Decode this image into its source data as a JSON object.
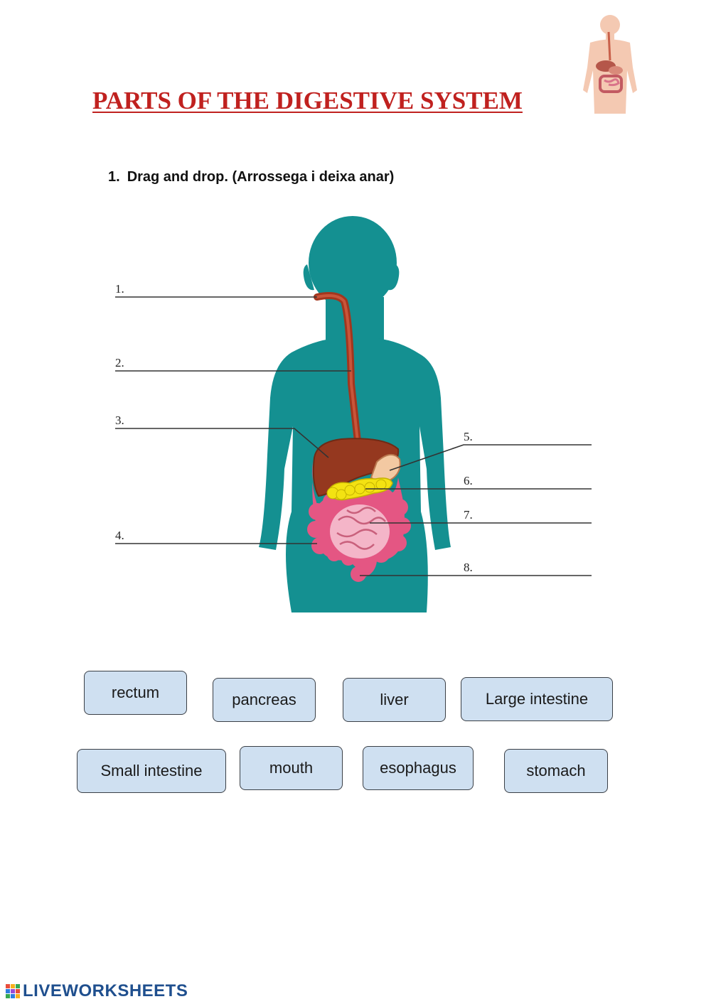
{
  "title": "PARTS OF THE DIGESTIVE SYSTEM",
  "instruction": {
    "number": "1.",
    "text": "Drag and drop. (Arrossega i deixa anar)"
  },
  "diagram_labels": [
    "1.",
    "2.",
    "3.",
    "4.",
    "5.",
    "6.",
    "7.",
    "8."
  ],
  "word_bank": [
    "rectum",
    "pancreas",
    "liver",
    "Large intestine",
    "Small intestine",
    "mouth",
    "esophagus",
    "stomach"
  ],
  "footer": {
    "brand": "LIVEWORKSHEETS"
  },
  "colors": {
    "title": "#c0211f",
    "body_silhouette": "#149091",
    "chip_fill": "#cfe0f1",
    "brand": "#1f4f8e"
  }
}
